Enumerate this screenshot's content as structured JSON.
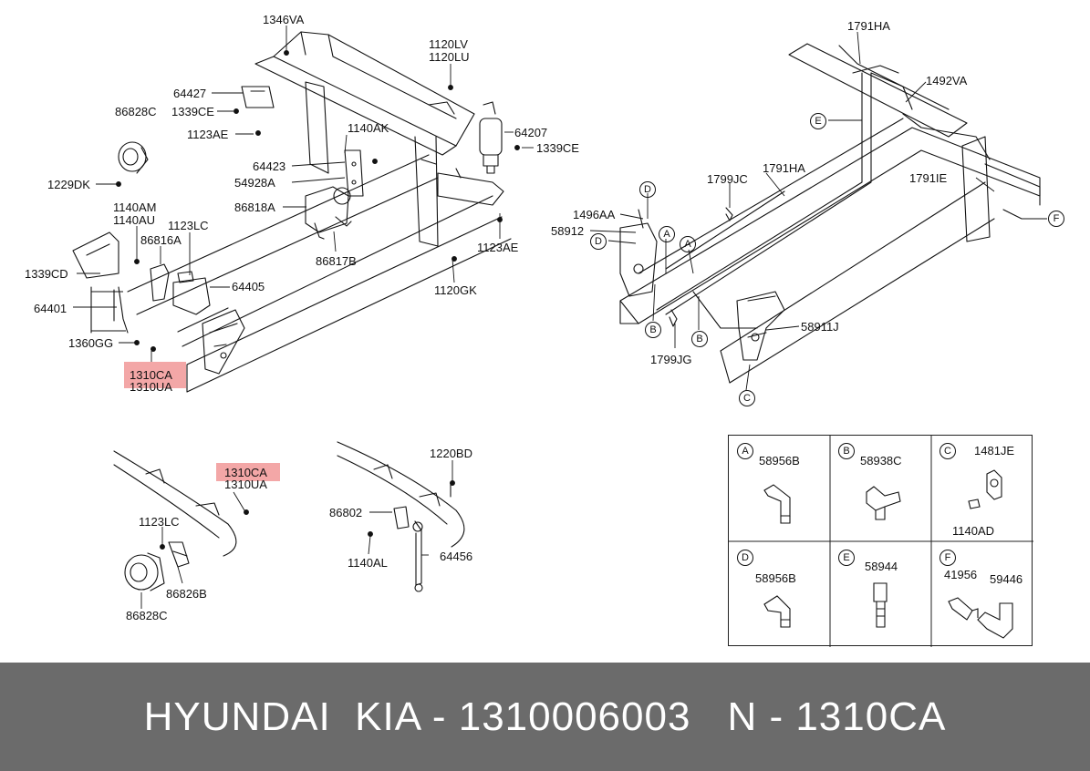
{
  "labels": {
    "c1346VA": "1346VA",
    "c1120LV": "1120LV",
    "c1120LU": "1120LU",
    "c64427": "64427",
    "c1339CE_a": "1339CE",
    "c86828C_a": "86828C",
    "c1123AE_a": "1123AE",
    "c1140AK": "1140AK",
    "c64207": "64207",
    "c1339CE_b": "1339CE",
    "c64423": "64423",
    "c54928A": "54928A",
    "c1229DK": "1229DK",
    "c86818A": "86818A",
    "c1140AM": "1140AM",
    "c1140AU": "1140AU",
    "c1123LC_a": "1123LC",
    "c86816A": "86816A",
    "c1123AE_b": "1123AE",
    "c86817B": "86817B",
    "c1339CD": "1339CD",
    "c64405": "64405",
    "c1120GK": "1120GK",
    "c64401": "64401",
    "c1360GG": "1360GG",
    "c1310CA_a": "1310CA",
    "c1310UA_a": "1310UA",
    "c1791HA_a": "1791HA",
    "c1492VA": "1492VA",
    "c1799JC": "1799JC",
    "c1791HA_b": "1791HA",
    "c1791IE": "1791IE",
    "c1496AA": "1496AA",
    "c58912": "58912",
    "c58911J": "58911J",
    "c1799JG": "1799JG",
    "c1220BD": "1220BD",
    "c1310CA_b": "1310CA",
    "c1310UA_b": "1310UA",
    "c1123LC_b": "1123LC",
    "c86802": "86802",
    "c1140AL": "1140AL",
    "c64456": "64456",
    "c86826B": "86826B",
    "c86828C_b": "86828C"
  },
  "letters": {
    "A": "A",
    "B": "B",
    "C": "C",
    "D": "D",
    "E": "E",
    "F": "F"
  },
  "legend": {
    "cells": [
      {
        "letter": "A",
        "parts": [
          "58956B"
        ]
      },
      {
        "letter": "B",
        "parts": [
          "58938C"
        ]
      },
      {
        "letter": "C",
        "parts": [
          "1481JE",
          "1140AD"
        ]
      },
      {
        "letter": "D",
        "parts": [
          "58956B"
        ]
      },
      {
        "letter": "E",
        "parts": [
          "58944"
        ]
      },
      {
        "letter": "F",
        "parts": [
          "41956",
          "59446"
        ]
      }
    ]
  },
  "footer": {
    "brand": "HYUNDAI  KIA - 1310006003",
    "part": "N - 1310CA"
  },
  "colors": {
    "highlight": "#f3a7a7",
    "footer_bg": "#6b6b6b",
    "line": "#111111"
  }
}
